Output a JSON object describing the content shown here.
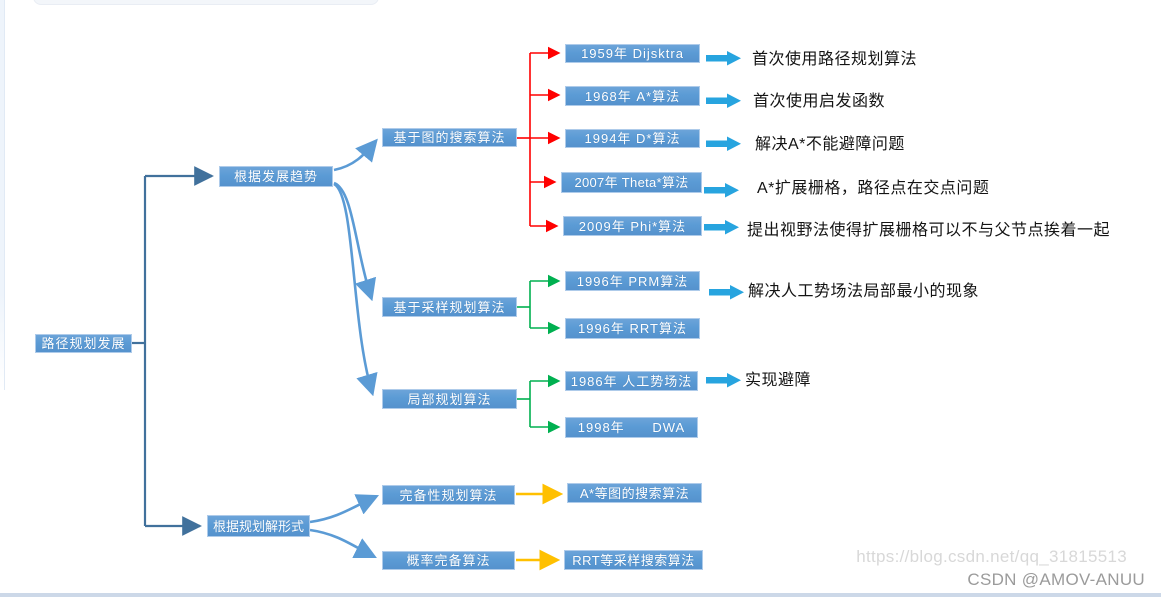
{
  "diagram": {
    "root": {
      "label": "路径规划发展"
    },
    "branches": {
      "trend": {
        "label": "根据发展趋势"
      },
      "form": {
        "label": "根据规划解形式"
      }
    },
    "categories": {
      "graph_search": {
        "label": "基于图的搜索算法"
      },
      "sampling": {
        "label": "基于采样规划算法"
      },
      "local": {
        "label": "局部规划算法"
      },
      "complete": {
        "label": "完备性规划算法"
      },
      "prob_complete": {
        "label": "概率完备算法"
      }
    },
    "algorithms": {
      "dijkstra": {
        "label": "1959年 Dijsktra",
        "note": "首次使用路径规划算法"
      },
      "astar": {
        "label": "1968年 A*算法",
        "note": "首次使用启发函数"
      },
      "dstar": {
        "label": "1994年 D*算法",
        "note": "解决A*不能避障问题"
      },
      "theta_star": {
        "label": "2007年 Theta*算法",
        "note": "A*扩展栅格，路径点在交点问题"
      },
      "phi_star": {
        "label": "2009年 Phi*算法",
        "note": "提出视野法使得扩展栅格可以不与父节点挨着一起"
      },
      "prm": {
        "label": "1996年 PRM算法",
        "note": "解决人工势场法局部最小的现象"
      },
      "rrt": {
        "label": "1996年 RRT算法"
      },
      "apf": {
        "label": "1986年 人工势场法",
        "note": "实现避障"
      },
      "dwa": {
        "label": "1998年      DWA"
      },
      "astar_eq": {
        "label": "A*等图的搜索算法"
      },
      "rrt_eq": {
        "label": "RRT等采样搜索算法"
      }
    },
    "colors": {
      "node_fill": "#5B9BD5",
      "node_border": "#AECBEA",
      "trunk_blue": "#41719C",
      "branch_curve_blue": "#5B9BD5",
      "timeline_red": "#FF0000",
      "timeline_green": "#00B050",
      "mapping_yellow": "#FFC000",
      "note_arrow_cyan": "#27A4DF"
    }
  },
  "watermark": {
    "url": "https://blog.csdn.net/qq_31815513",
    "handle": "CSDN @AMOV-ANUU"
  }
}
